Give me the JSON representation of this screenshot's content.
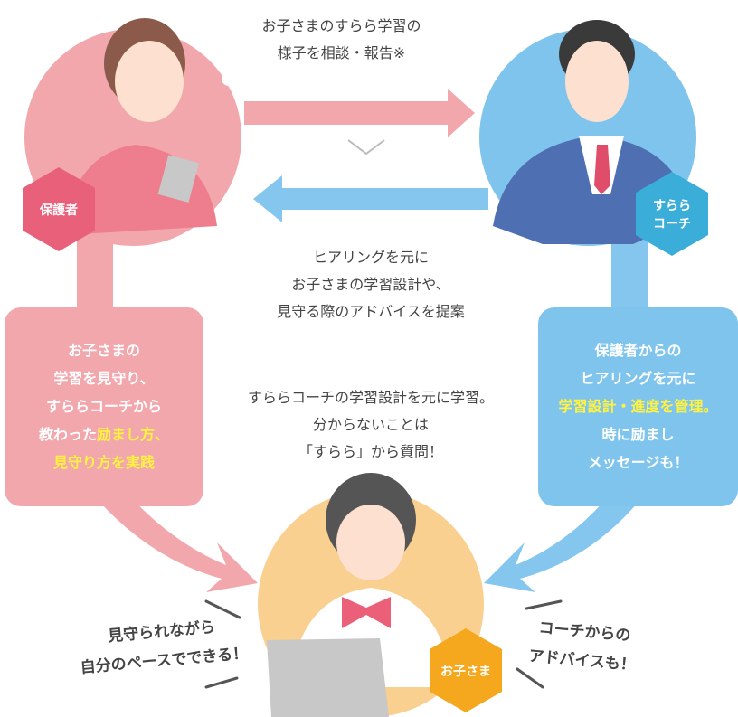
{
  "top_message": {
    "line1": "お子さまのすらら学習の",
    "line2": "様子を相談・報告※"
  },
  "middle_message": {
    "line1": "ヒアリングを元に",
    "line2": "お子さまの学習設計や、",
    "line3": "見守る際のアドバイスを提案"
  },
  "center_message": {
    "line1": "すららコーチの学習設計を元に学習。",
    "line2": "分からないことは",
    "line3": "「すらら」から質問！"
  },
  "parent_box": {
    "line1": "お子さまの",
    "line2": "学習を見守り、",
    "line3": "すららコーチから",
    "line4_plain": "教わった",
    "line4_highlight": "励まし方、",
    "line5_highlight": "見守り方を実践"
  },
  "coach_box": {
    "line1": "保護者からの",
    "line2": "ヒアリングを元に",
    "line3_highlight": "学習設計・進度を管理。",
    "line4": "時に励まし",
    "line5": "メッセージも！"
  },
  "badges": {
    "parent": "保護者",
    "coach_line1": "すらら",
    "coach_line2": "コーチ",
    "child": "お子さま"
  },
  "child_left": {
    "line1": "見守られながら",
    "line2": "自分のペースでできる！"
  },
  "child_right": {
    "line1": "コーチからの",
    "line2": "アドバイスも！"
  },
  "colors": {
    "pink": "#f2a7ad",
    "pink_badge": "#e9607a",
    "blue": "#7fc4ec",
    "blue_badge": "#3aaed8",
    "orange": "#f9d08f",
    "orange_badge": "#f5a81e",
    "highlight": "#fff33f"
  }
}
